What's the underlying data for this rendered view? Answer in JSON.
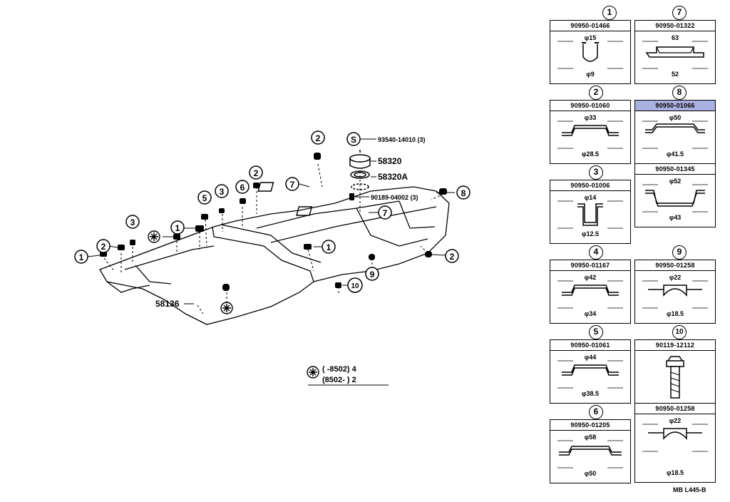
{
  "callouts": {
    "c2_top": "2",
    "s_label": "S",
    "bolt_93540": "93540-14010 (3)",
    "p58320": "58320",
    "p58320a": "58320A",
    "c7_left": "7",
    "bolt_90189": "90189-04002 (3)",
    "c8": "8",
    "c2_b": "2",
    "c6": "6",
    "c3_a": "3",
    "c5": "5",
    "c7_right": "7",
    "c3_b": "3",
    "c1_a": "1",
    "c1_center": "1",
    "c2_c": "2",
    "c1_left": "1",
    "c9": "9",
    "c10": "10",
    "c2_right": "2",
    "p58136": "58136"
  },
  "legend": {
    "line1": "( -8502) 4",
    "line2": "(8502- ) 2"
  },
  "panels": [
    {
      "num": "1",
      "code": "90950-01466",
      "dimA": "φ15",
      "dimB": "φ9"
    },
    {
      "num": "7",
      "code": "90950-01322",
      "dimA": "63",
      "dimB": "52"
    },
    {
      "num": "2",
      "code": "90950-01060",
      "dimA": "φ33",
      "dimB": "φ28.5"
    },
    {
      "num": "8",
      "code": "90950-01066",
      "dimA": "φ50",
      "dimB": "φ41.5",
      "highlight": true
    },
    {
      "code": "90950-01345",
      "dimA": "φ52",
      "dimB": "φ43"
    },
    {
      "num": "3",
      "code": "90950-01006",
      "dimA": "φ14",
      "dimB": "φ12.5"
    },
    {
      "num": "4",
      "code": "90950-01167",
      "dimA": "φ42",
      "dimB": "φ34"
    },
    {
      "num": "9",
      "code": "90950-01258",
      "dimA": "φ22",
      "dimB": "φ18.5"
    },
    {
      "num": "5",
      "code": "90950-01061",
      "dimA": "φ44",
      "dimB": "φ38.5"
    },
    {
      "num": "10",
      "code": "90119-12112"
    },
    {
      "code": "90950-01258",
      "dimA": "φ22",
      "dimB": "φ18.5"
    },
    {
      "num": "6",
      "code": "90950-01205",
      "dimA": "φ58",
      "dimB": "φ50"
    }
  ],
  "footer": {
    "code": "MB L445-B"
  }
}
